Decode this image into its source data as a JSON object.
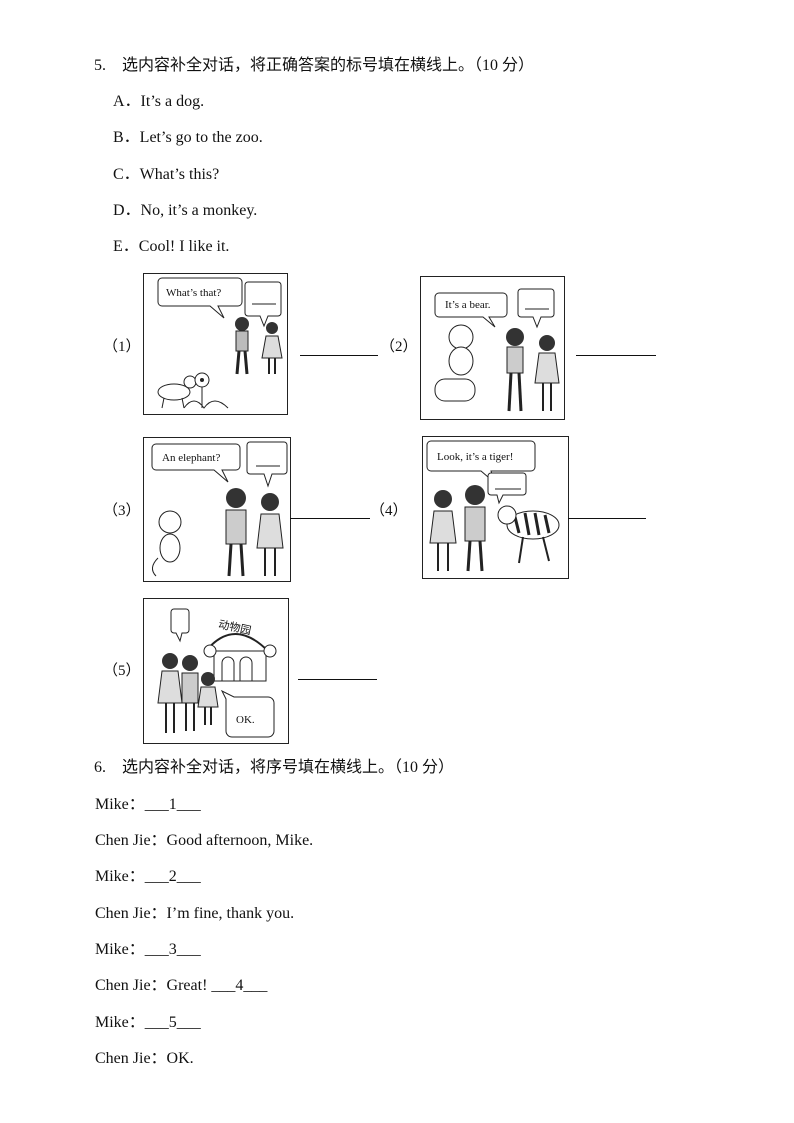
{
  "q5": {
    "heading": "5.　选内容补全对话，将正确答案的标号填在横线上。（10 分）",
    "options": [
      "A．It’s a dog.",
      "B．Let’s go to the zoo.",
      "C．What’s this?",
      "D．No, it’s a monkey.",
      "E．Cool! I like it."
    ],
    "panels": [
      {
        "label": "（1）",
        "bubble": "What’s that?"
      },
      {
        "label": "（2）",
        "bubble": "It’s a bear."
      },
      {
        "label": "（3）",
        "bubble": "An elephant?"
      },
      {
        "label": "（4）",
        "bubble": "Look, it’s a tiger!"
      },
      {
        "label": "（5）",
        "bubble": "OK.",
        "sign": "动物园"
      }
    ]
  },
  "q6": {
    "heading": "6.　选内容补全对话，将序号填在横线上。（10 分）",
    "lines": [
      "Mike：___1___",
      "Chen Jie：Good afternoon, Mike.",
      "Mike：___2___",
      "Chen Jie：I’m fine, thank you.",
      "Mike：___3___",
      "Chen Jie：Great! ___4___",
      "Mike：___5___",
      "Chen Jie：OK."
    ]
  }
}
